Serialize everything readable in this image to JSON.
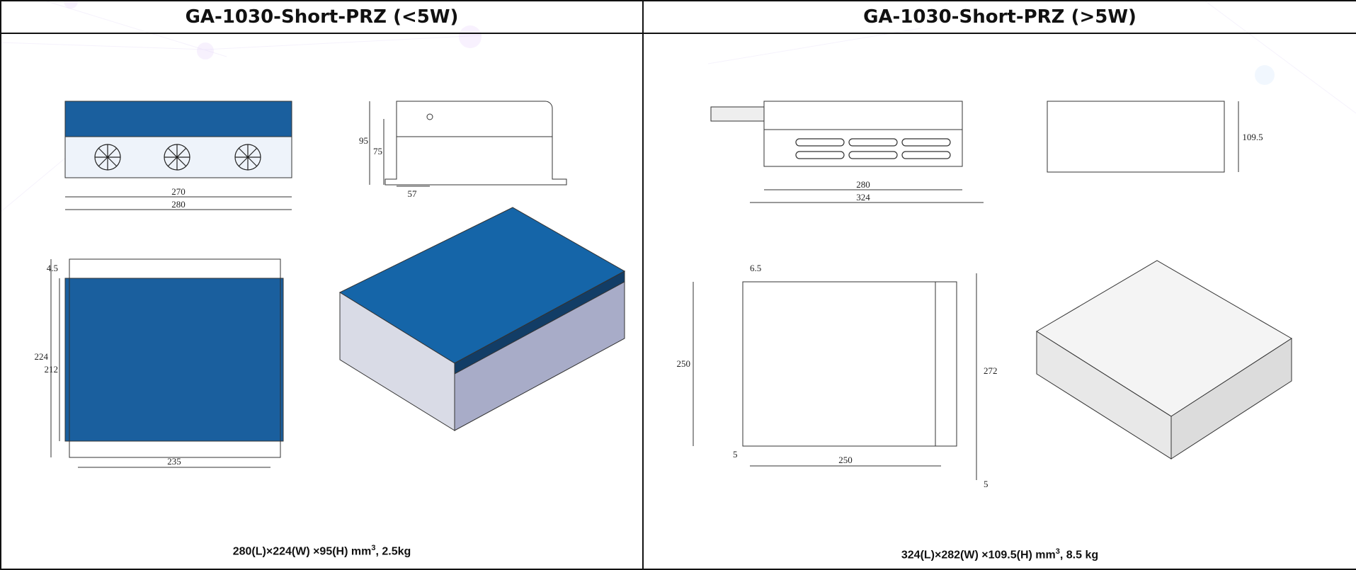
{
  "columns": [
    {
      "title": "GA-1030-Short-PRZ (<5W)",
      "caption_main": "280(L)×224(W) ×95(H) mm",
      "caption_sup": "3",
      "caption_tail": ",  2.5kg",
      "dims": {
        "front_inner": "270",
        "front_outer": "280",
        "side_height": "95",
        "side_inner_height": "75",
        "side_offset": "57",
        "top_height_outer": "224",
        "top_height_inner": "212",
        "top_margin": "4.5",
        "top_width": "235"
      }
    },
    {
      "title": "GA-1030-Short-PRZ (>5W)",
      "caption_main": "324(L)×282(W) ×109.5(H) mm",
      "caption_sup": "3",
      "caption_tail": ",  8.5 kg",
      "dims": {
        "front_inner": "280",
        "front_outer": "324",
        "rear_height": "109.5",
        "top_margin": "6.5",
        "top_left_height": "250",
        "top_right_height": "272",
        "top_width": "250",
        "bottom_small": "5",
        "left_small": "5"
      }
    }
  ]
}
